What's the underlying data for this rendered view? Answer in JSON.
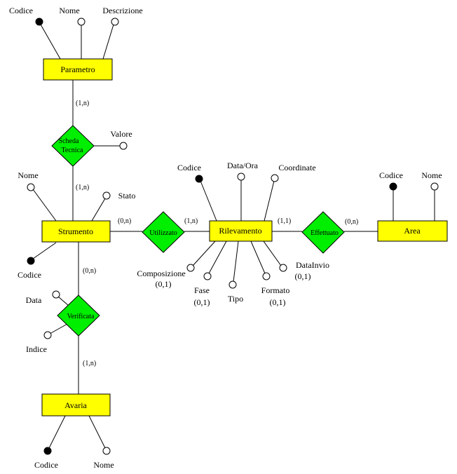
{
  "colors": {
    "entity": "#ffff00",
    "relationship": "#00ee00"
  },
  "entities": {
    "parametro": {
      "name": "Parametro",
      "attributes": {
        "codice": "Codice",
        "nome": "Nome",
        "descrizione": "Descrizione"
      }
    },
    "strumento": {
      "name": "Strumento",
      "attributes": {
        "nome": "Nome",
        "stato": "Stato",
        "codice": "Codice"
      }
    },
    "rilevamento": {
      "name": "Rilevamento",
      "attributes": {
        "codice": "Codice",
        "data_ora": "Data/Ora",
        "coordinate": "Coordinate",
        "composizione": "Composizione",
        "composizione_card": "(0,1)",
        "fase": "Fase",
        "fase_card": "(0,1)",
        "tipo": "Tipo",
        "formato": "Formato",
        "formato_card": "(0,1)",
        "data_invio": "DataInvio",
        "data_invio_card": "(0,1)"
      }
    },
    "area": {
      "name": "Area",
      "attributes": {
        "codice": "Codice",
        "nome": "Nome"
      }
    },
    "avaria": {
      "name": "Avaria",
      "attributes": {
        "codice": "Codice",
        "nome": "Nome"
      }
    }
  },
  "relationships": {
    "scheda_tecnica": {
      "name_line1": "Scheda",
      "name_line2": "Tecnica",
      "attribute": "Valore",
      "card_parametro": "(1,n)",
      "card_strumento": "(1,n)"
    },
    "utilizzato": {
      "name": "Utilizzato",
      "card_strumento": "(0,n)",
      "card_rilevamento": "(1,n)"
    },
    "effettuato": {
      "name": "Effettuato",
      "card_rilevamento": "(1,1)",
      "card_area": "(0,n)"
    },
    "verificata": {
      "name": "Verificata",
      "attr_data": "Data",
      "attr_indice": "Indice",
      "card_strumento": "(0,n)",
      "card_avaria": "(1,n)"
    }
  }
}
